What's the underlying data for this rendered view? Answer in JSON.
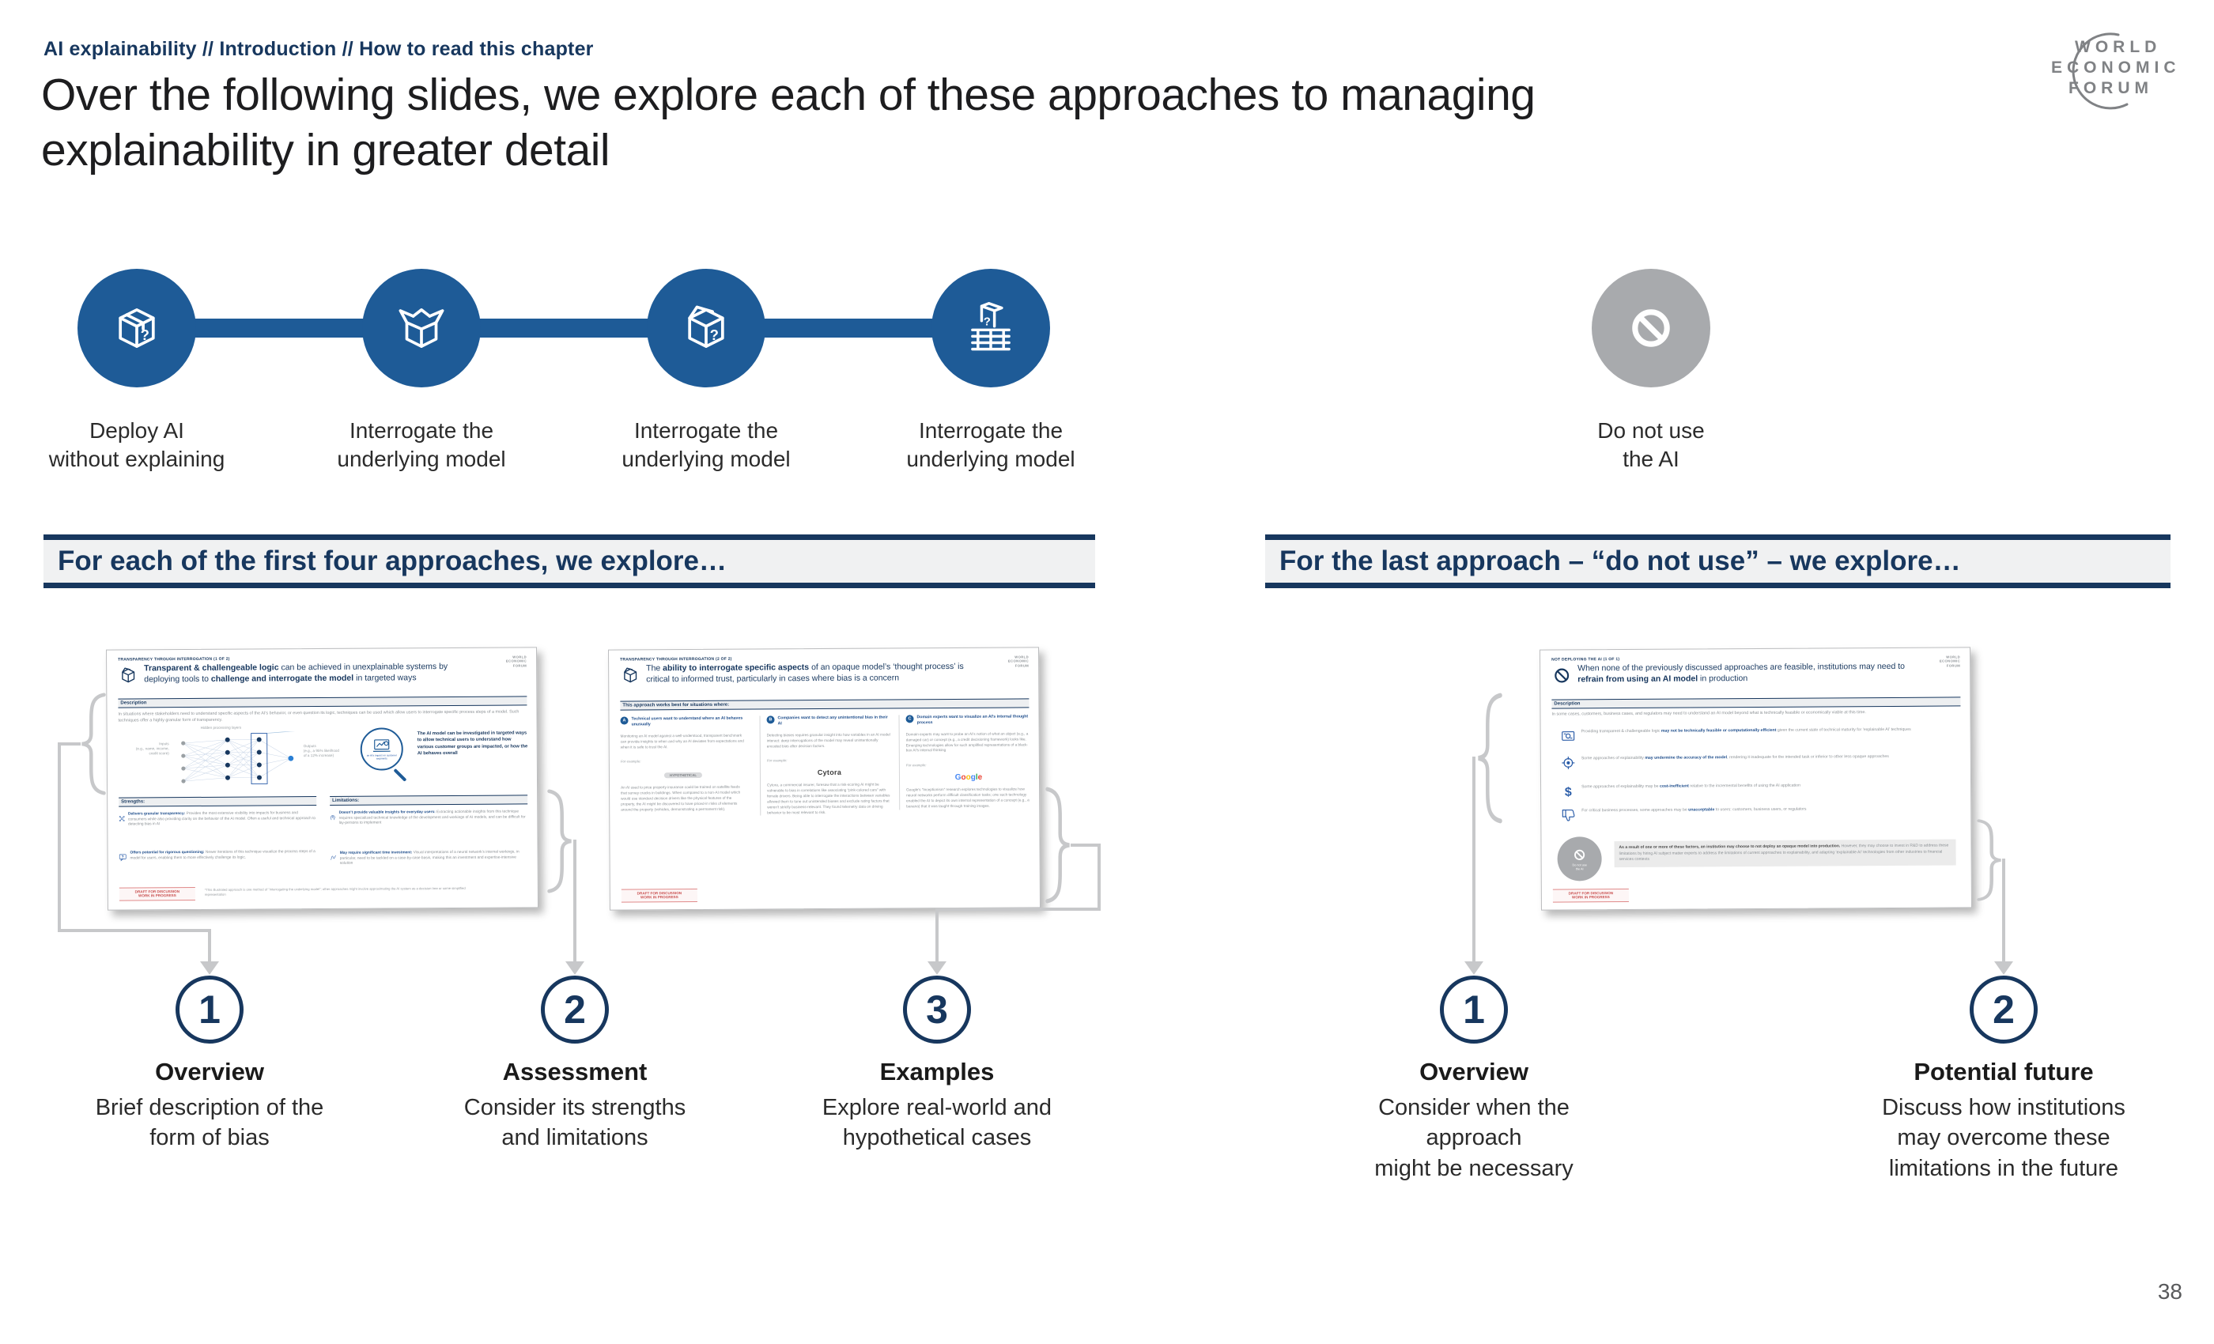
{
  "colors": {
    "navy": "#17375e",
    "blue": "#1e5b97",
    "gray_circle": "#a8aaad",
    "connector": "#c7c8ca",
    "draft_red": "#c94f4f",
    "bar_bg": "#f0f1f2"
  },
  "breadcrumb": "AI explainability  //  Introduction  //  How to read this chapter",
  "title": "Over the following slides, we explore each of these approaches to managing\nexplainability in greater detail",
  "wef_logo": {
    "l1": "WORLD",
    "l2": "ECONOMIC",
    "l3": "FORUM"
  },
  "page_number": "38",
  "approach_icons": [
    {
      "label": "Deploy AI\nwithout explaining",
      "icon": "mystery-box-icon"
    },
    {
      "label": "Interrogate the\nunderlying model",
      "icon": "open-box-icon"
    },
    {
      "label": "Interrogate the\nunderlying model",
      "icon": "box-question-icon"
    },
    {
      "label": "Interrogate the\nunderlying model",
      "icon": "box-fence-icon"
    },
    {
      "label": "Do not use\nthe AI",
      "icon": "prohibition-icon"
    }
  ],
  "headers": {
    "left": "For each of the first four approaches, we explore…",
    "right": "For the last approach – “do not use” – we explore…"
  },
  "left_steps": [
    {
      "num": "1",
      "name": "Overview",
      "desc": "Brief description of the\nform of bias"
    },
    {
      "num": "2",
      "name": "Assessment",
      "desc": "Consider its strengths\nand limitations"
    },
    {
      "num": "3",
      "name": "Examples",
      "desc": "Explore real-world and\nhypothetical cases"
    }
  ],
  "right_steps": [
    {
      "num": "1",
      "name": "Overview",
      "desc": "Consider when the\napproach\nmight be necessary"
    },
    {
      "num": "2",
      "name": "Potential future",
      "desc": "Discuss how institutions\nmay overcome these\nlimitations in the future"
    }
  ],
  "thumb1": {
    "eyebrow": "TRANSPARENCY THROUGH INTERROGATION (1 OF 2)",
    "title_html": "<b>Transparent &amp; challengeable logic</b> can be achieved in unexplainable systems by deploying tools to <b>challenge and interrogate the model</b> in targeted ways",
    "wef": "WORLD\nECONOMIC\nFORUM",
    "description_label": "Description",
    "description_body": "In situations where stakeholders need to understand specific aspects of the AI’s behavior, or even question its logic, techniques can be used which allow users to interrogate specific process steps of a model. Such techniques offer a highly granular form of transparency.",
    "diagram": {
      "hidden_label": "Hidden processing layers",
      "inputs_label": "Inputs\n(e.g., name, income,\ncredit score)",
      "outputs_label": "Outputs\n(e.g., a 95% likelihood\nof a 12% increase)",
      "magnifier_caption": "an AI’s impact on customer segments",
      "note": "The AI model can be investigated in targeted ways to allow technical users to understand how various customer groups are impacted, or how the AI behaves overall"
    },
    "strengths_label": "Strengths:",
    "limitations_label": "Limitations:",
    "strengths": [
      {
        "title": "Delivers granular transparency:",
        "body": "Provides the most extensive visibility into impacts for business and consumers while also providing clarity on the behavior of the AI model. Often a useful and technical approach to detecting bias in AI"
      },
      {
        "title": "Offers potential for rigorous questioning:",
        "body": "Newer iterations of this technique visualize the process steps of a model for users, enabling them to more effectively challenge its logic."
      }
    ],
    "limitations": [
      {
        "title": "Doesn’t provide valuable insights for everyday users:",
        "body": "Extracting actionable insights from this technique requires specialized technical knowledge of the development and workings of AI models, and can be difficult for lay-persons to implement"
      },
      {
        "title": "May require significant time investment:",
        "body": "Visual interpretations of a neural network’s internal workings, in particular, need to be tackled on a case-by-case basis, making this an investment and expertise-intensive solution"
      }
    ],
    "stamp": "DRAFT FOR DISCUSSION\nWORK IN PROGRESS",
    "footnote": "*This illustrated approach is one method of “interrogating the underlying model”; other approaches might involve approximating the AI system as a decision tree or some simplified representation"
  },
  "thumb2": {
    "eyebrow": "TRANSPARENCY THROUGH INTERROGATION (2 OF 2)",
    "title_html": "The <b>ability to interrogate specific aspects</b> of an opaque model’s ‘thought process’ is critical to informed trust, particularly in cases where bias is a concern",
    "wef": "WORLD\nECONOMIC\nFORUM",
    "bar": "This approach works best for situations where:",
    "cols": [
      {
        "letter": "A",
        "heading": "Technical users want to understand where an AI behaves unusually",
        "body": "Monitoring an AI model against a well-understood, transparent benchmark can provide insights to when and why an AI deviates from expectations and when it is safe to trust the AI.",
        "example_label": "For example:",
        "logo": "HYPOTHETICAL",
        "body2": "An AI used to price property insurance could be trained on satellite feeds that survey cracks in buildings. When compared to a non-AI model which would use standard decision drivers like the physical features of the property, the AI might be discovered to have priced-in risks of elements around the property (vehicles, demonstrating a permanent risk)."
      },
      {
        "letter": "B",
        "heading": "Companies want to detect any unintentional bias in their AI",
        "body": "Detecting biases requires granular insight into how variables in an AI model interact: deep interrogations of the model may reveal unintentionally encoded bias after decision factors.",
        "example_label": "For example:",
        "logo": "Cytora",
        "body2": "Cytora, a commercial insurer, foresaw that a risk-scoring AI might be vulnerable to bias in correlations like associating “pink-colored cars” with female drivers. Being able to interrogate the interactions between variables allowed them to tune out unintended biases and exclude rating factors that weren’t strictly business-relevant. They found telemetry data on driving behavior to be most relevant to risk."
      },
      {
        "letter": "C",
        "heading": "Domain experts want to visualize an AI’s internal thought process",
        "body": "Domain experts may want to probe an AI’s notion of what an object (e.g., a damaged car) or concept (e.g., a credit decisioning framework) looks like. Emerging technologies allow for such amplified representations of a black-box AI’s internal thinking",
        "example_label": "For example:",
        "logo_html": "<span style='color:#4285F4'>G</span><span style='color:#EA4335'>o</span><span style='color:#FBBC05'>o</span><span style='color:#4285F4'>g</span><span style='color:#34A853'>l</span><span style='color:#EA4335'>e</span>",
        "body2": "Google’s “Inceptionism” research explores technologies to visualize how neural networks perform difficult classification tasks; one such technology enabled the AI to depict its own internal representation of a concept (e.g., a banana) that it was taught through training images."
      }
    ],
    "stamp": "DRAFT FOR DISCUSSION\nWORK IN PROGRESS"
  },
  "thumb3": {
    "eyebrow": "NOT DEPLOYING THE AI (1 OF 1)",
    "title_html": "When none of the previously discussed approaches are feasible, institutions may need to <b>refrain from using an AI model</b> in production",
    "wef": "WORLD\nECONOMIC\nFORUM",
    "description_label": "Description",
    "description_body": "In some cases, customers, business cases, and regulators may need to understand an AI model beyond what is technically feasible or economically viable at this time.",
    "bullets": [
      {
        "icon": "certificate-icon",
        "html": "Providing transparent &amp; challengeable logic <b>may not be technically feasible or computationally efficient</b> given the current state of technical maturity for ‘explainable AI’ techniques"
      },
      {
        "icon": "crosshair-icon",
        "html": "Some approaches of explainability <b>may undermine the accuracy of the model</b>, rendering it inadequate for the intended task or inferior to other less opaque approaches"
      },
      {
        "icon": "dollar-icon",
        "html": "Some approaches of explainability may be <b>cost-inefficient</b> relative to the incremental benefits of using the AI application"
      },
      {
        "icon": "thumbs-down-icon",
        "html": "For critical business processes, some approaches may be <b>unacceptable</b> to users: customers, business users, or regulators"
      }
    ],
    "do_not_use": "Do not use\nthe AI",
    "callout_html": "<b>As a result of one or more of these factors, an institution may choose to not deploy an opaque model into production.</b> However, they may choose to invest in R&amp;D to address these limitations by hiring AI subject matter experts to address the limitations of current approaches to explainability, and adapting ‘explainable AI’ technologies from other industries to financial services contexts",
    "stamp": "DRAFT FOR DISCUSSION\nWORK IN PROGRESS"
  }
}
